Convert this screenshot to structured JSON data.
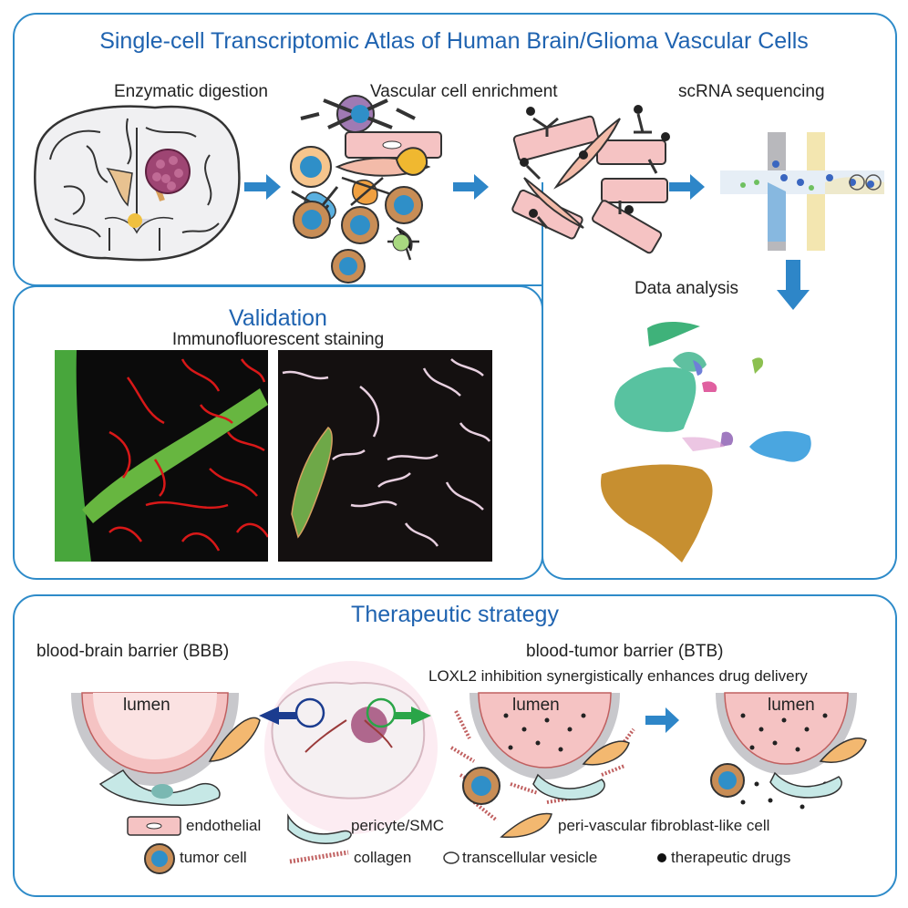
{
  "top": {
    "title": "Single-cell Transcriptomic Atlas of Human Brain/Glioma Vascular Cells",
    "steps": [
      "Enzymatic digestion",
      "Vascular cell enrichment",
      "scRNA sequencing"
    ],
    "analysis_label": "Data analysis"
  },
  "validation": {
    "title": "Validation",
    "subtitle": "Immunofluorescent staining"
  },
  "therapy": {
    "title": "Therapeutic strategy",
    "bbb_label": "blood-brain barrier (BBB)",
    "btb_label": "blood-tumor barrier (BTB)",
    "btb_note": "LOXL2 inhibition synergistically enhances drug delivery",
    "lumen_labels": [
      "lumen",
      "lumen",
      "lumen"
    ]
  },
  "legend": [
    {
      "label": "endothelial",
      "icon": "endothelial-cell-icon"
    },
    {
      "label": "pericyte/SMC",
      "icon": "pericyte-icon"
    },
    {
      "label": "peri-vascular fibroblast-like cell",
      "icon": "fibroblast-icon"
    },
    {
      "label": "tumor cell",
      "icon": "tumor-cell-icon"
    },
    {
      "label": "collagen",
      "icon": "collagen-icon"
    },
    {
      "label": "transcellular vesicle",
      "icon": "vesicle-icon"
    },
    {
      "label": "therapeutic drugs",
      "icon": "drug-dot-icon"
    }
  ],
  "colors": {
    "panel_border": "#2e8bc9",
    "title_blue": "#1f63b0",
    "arrow_blue": "#2e86c8",
    "arrow_navy": "#1b3c8f",
    "arrow_green": "#2aa548",
    "endothelial_pink": "#f5c3c3",
    "pericyte_teal": "#c6e8e6",
    "fibroblast_orange": "#f3b870",
    "tumor_brown": "#c88d56",
    "nucleus_blue": "#2f8fc8"
  }
}
